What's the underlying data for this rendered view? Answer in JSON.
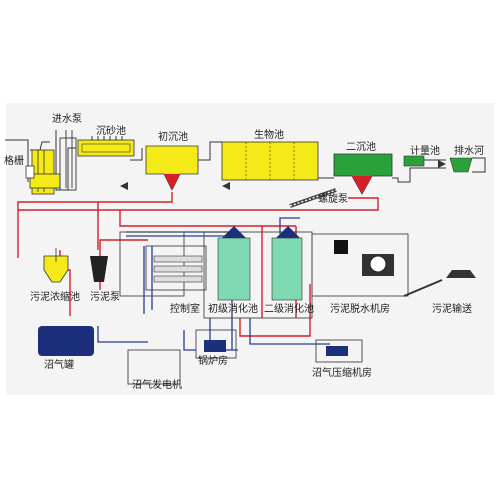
{
  "labels": {
    "grille": "格栅",
    "inlet_pump": "进水泵",
    "grit_tank": "沉砂池",
    "primary_clarifier": "初沉池",
    "bio_tank": "生物池",
    "secondary_clarifier": "二沉池",
    "metering_tank": "计量池",
    "discharge_river": "排水河",
    "screw_pump": "螺旋泵",
    "sludge_thickener": "污泥浓缩池",
    "sludge_pump": "污泥泵",
    "control_room": "控制室",
    "primary_digester": "初级消化池",
    "secondary_digester": "二级消化池",
    "sludge_dewatering_room": "污泥脱水机房",
    "sludge_conveying": "污泥输送",
    "biogas_tank": "沼气罐",
    "boiler_room": "锅炉房",
    "biogas_generator": "沼气发电机",
    "biogas_compressor_room": "沼气压缩机房"
  },
  "colors": {
    "water_line": "#333333",
    "sludge_line": "#d4202a",
    "gas_line": "#2a3d8f",
    "yellow_tank": "#f3ea18",
    "green_tank": "#2aa13a",
    "digester": "#7fd9b2",
    "navy": "#1c2f7a"
  }
}
